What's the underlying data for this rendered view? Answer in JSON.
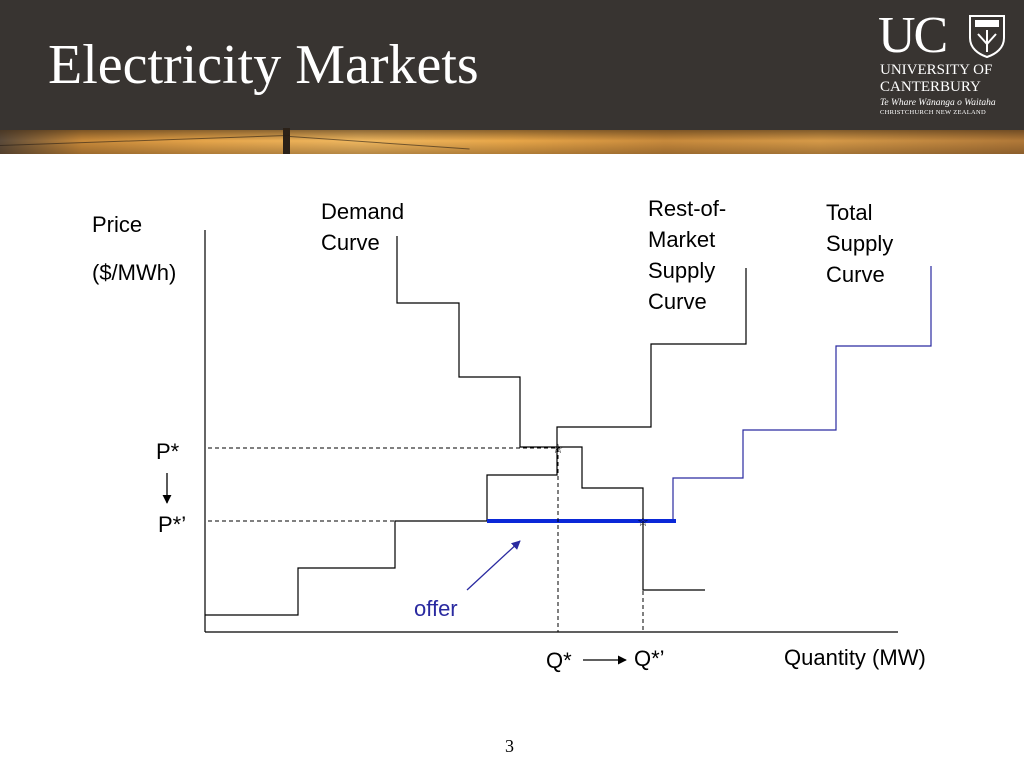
{
  "slide": {
    "title": "Electricity Markets",
    "page_number": "3"
  },
  "logo": {
    "initials": "UC",
    "line1": "UNIVERSITY OF",
    "line2": "CANTERBURY",
    "line3": "Te Whare Wānanga o Waitaha",
    "line4": "CHRISTCHURCH NEW ZEALAND"
  },
  "diagram": {
    "y_axis_label_line1": "Price",
    "y_axis_label_line2": "($/MWh)",
    "x_axis_label": "Quantity (MW)",
    "demand_label_line1": "Demand",
    "demand_label_line2": "Curve",
    "rest_supply_label_line1": "Rest-of-",
    "rest_supply_label_line2": "Market",
    "rest_supply_label_line3": "Supply",
    "rest_supply_label_line4": "Curve",
    "total_supply_label_line1": "Total",
    "total_supply_label_line2": "Supply",
    "total_supply_label_line3": "Curve",
    "p_star": "P*",
    "p_star_prime": "P*’",
    "q_star": "Q*",
    "q_star_prime": "Q*’",
    "offer_label": "offer"
  },
  "colors": {
    "header_background": "#383431",
    "curve_black": "#000000",
    "total_supply": "#2a2aa0",
    "offer_line": "#0a28d8",
    "offer_text": "#2a2aa0"
  }
}
